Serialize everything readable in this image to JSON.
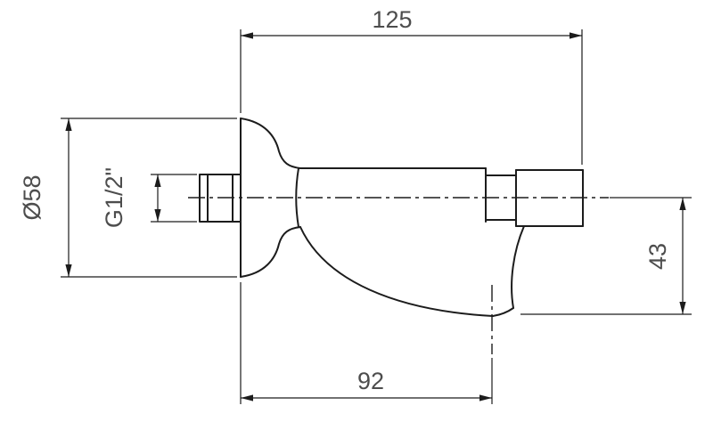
{
  "drawing": {
    "type": "technical-dimension-drawing",
    "subject": "wall-mounted bath spout, side elevation",
    "dimensions": {
      "top_width": {
        "label": "125"
      },
      "flange_diameter": {
        "label": "Ø58"
      },
      "thread": {
        "label": "G1/2\""
      },
      "outlet_drop": {
        "label": "43"
      },
      "outlet_offset": {
        "label": "92"
      }
    },
    "colors": {
      "line": "#1c1c1c",
      "dim_text": "#4d4d4d",
      "background": "#ffffff"
    }
  }
}
